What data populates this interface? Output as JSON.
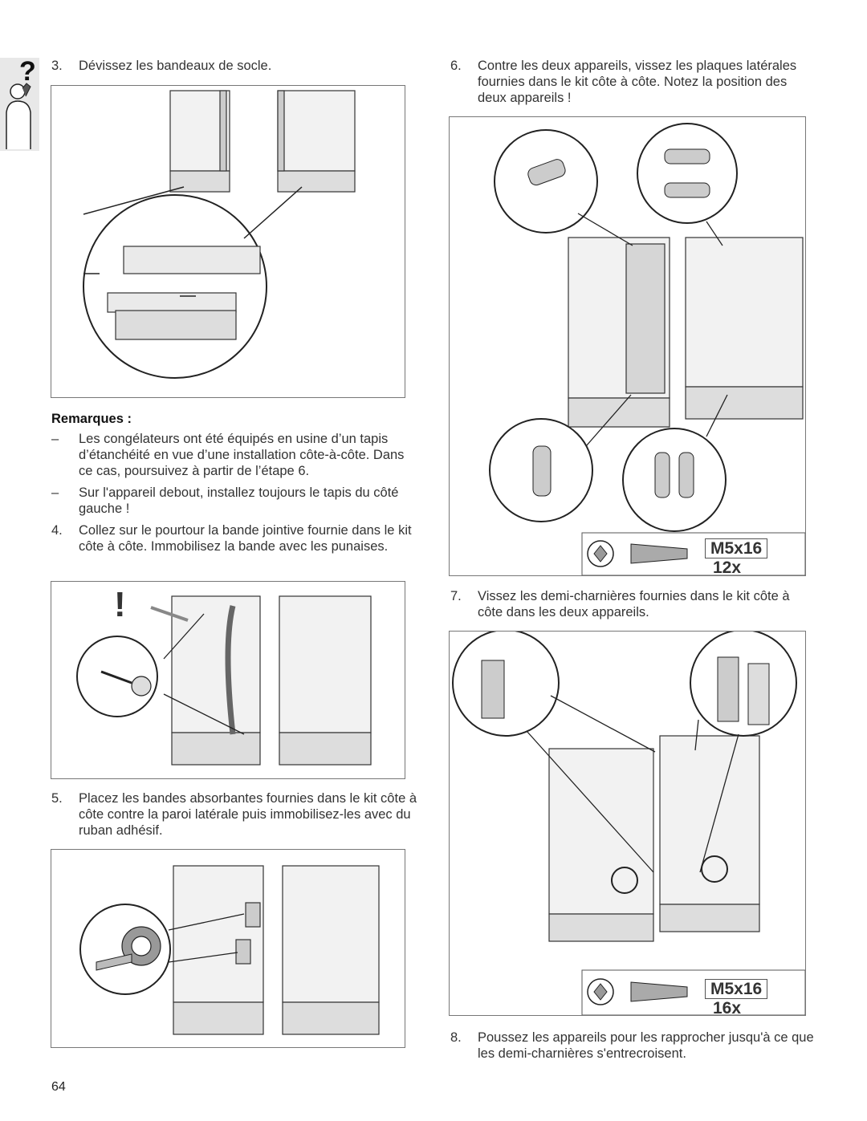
{
  "sidebar": {
    "icon": "help-person-icon",
    "symbol": "?"
  },
  "left": {
    "step3": {
      "num": "3.",
      "text": "Dévissez les bandeaux de socle."
    },
    "remarks_title": "Remarques :",
    "remarks": [
      {
        "dash": "–",
        "text": "Les congélateurs ont été équipés en usine d’un tapis d’étanchéité en vue d’une installation côte-à-côte. Dans ce cas, poursuivez à partir de l’étape 6."
      },
      {
        "dash": "–",
        "text": "Sur l'appareil debout, installez toujours le tapis du côté gauche !"
      }
    ],
    "step4": {
      "num": "4.",
      "text": "Collez sur le pourtour la bande jointive fournie dans le kit côte à côte. Immobilisez la bande avec les punaises."
    },
    "step5": {
      "num": "5.",
      "text": "Placez les bandes absorbantes fournies dans le kit côte à côte contre la paroi latérale puis immobilisez-les avec du ruban adhésif."
    },
    "fig4_mark": "!"
  },
  "right": {
    "step6": {
      "num": "6.",
      "text": "Contre les deux appareils, vissez les plaques latérales fournies dans le kit côte à côte. Notez la position des deux appareils !"
    },
    "spec6": {
      "size": "M5x16",
      "count": "12x"
    },
    "step7": {
      "num": "7.",
      "text": "Vissez les demi-charnières fournies dans le kit côte à côte dans les deux appareils."
    },
    "spec7": {
      "size": "M5x16",
      "count": "16x"
    },
    "step8": {
      "num": "8.",
      "text": "Poussez les appareils pour les rapprocher jusqu'à ce que les demi-charnières s'entrecroisent."
    }
  },
  "page_number": "64"
}
